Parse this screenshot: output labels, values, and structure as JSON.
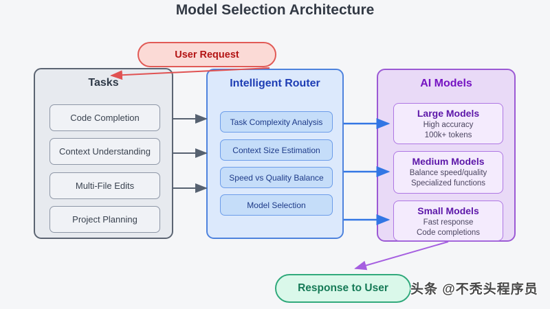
{
  "title": "Model Selection Architecture",
  "nodes": {
    "user_request": {
      "label": "User Request"
    },
    "response": {
      "label": "Response to User"
    }
  },
  "tasks": {
    "title": "Tasks",
    "items": [
      "Code Completion",
      "Context Understanding",
      "Multi-File Edits",
      "Project Planning"
    ]
  },
  "router": {
    "title": "Intelligent Router",
    "items": [
      "Task Complexity Analysis",
      "Context Size Estimation",
      "Speed vs Quality Balance",
      "Model Selection"
    ]
  },
  "models": {
    "title": "AI Models",
    "items": [
      {
        "name": "Large Models",
        "lines": [
          "High accuracy",
          "100k+ tokens"
        ]
      },
      {
        "name": "Medium Models",
        "lines": [
          "Balance speed/quality",
          "Specialized functions"
        ]
      },
      {
        "name": "Small Models",
        "lines": [
          "Fast response",
          "Code completions"
        ]
      }
    ]
  },
  "watermark": "头条 @不秃头程序员",
  "colors": {
    "background": "#f5f6f8",
    "tasks_fill": "#e7eaef",
    "tasks_border": "#5b6472",
    "router_fill": "#dce9fc",
    "router_border": "#4d82dd",
    "router_title": "#1e3db4",
    "models_fill": "#e9daf7",
    "models_border": "#9b59d4",
    "models_title": "#7513c2",
    "user_request_fill": "#fbdad6",
    "user_request_border": "#e15a56",
    "user_request_text": "#b31414",
    "response_fill": "#daf8ea",
    "response_border": "#30a97b",
    "response_text": "#157a56",
    "arrow_dark": "#566170",
    "arrow_blue": "#3276e4",
    "arrow_red": "#e05252",
    "arrow_purple": "#a55ee0"
  }
}
